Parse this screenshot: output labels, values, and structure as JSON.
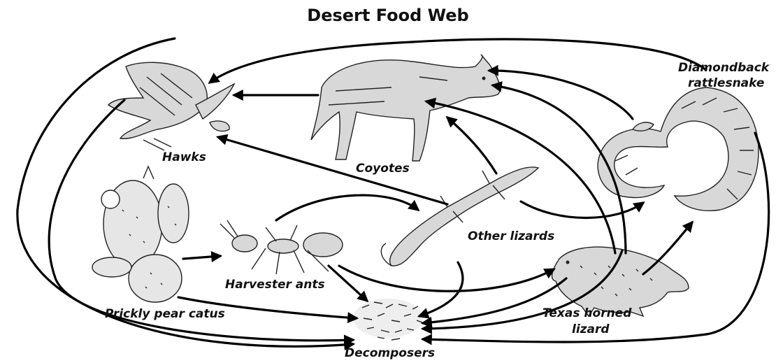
{
  "title": "Desert Food Web",
  "organisms": {
    "hawks": "Hawks",
    "coyotes": "Coyotes",
    "rattlesnake_line1": "Diamondback",
    "rattlesnake_line2": "rattlesnake",
    "other_lizards": "Other lizards",
    "cactus": "Prickly pear catus",
    "ants": "Harvester ants",
    "horned_lizard_line1": "Texas horned",
    "horned_lizard_line2": "lizard",
    "decomposers": "Decomposers"
  }
}
